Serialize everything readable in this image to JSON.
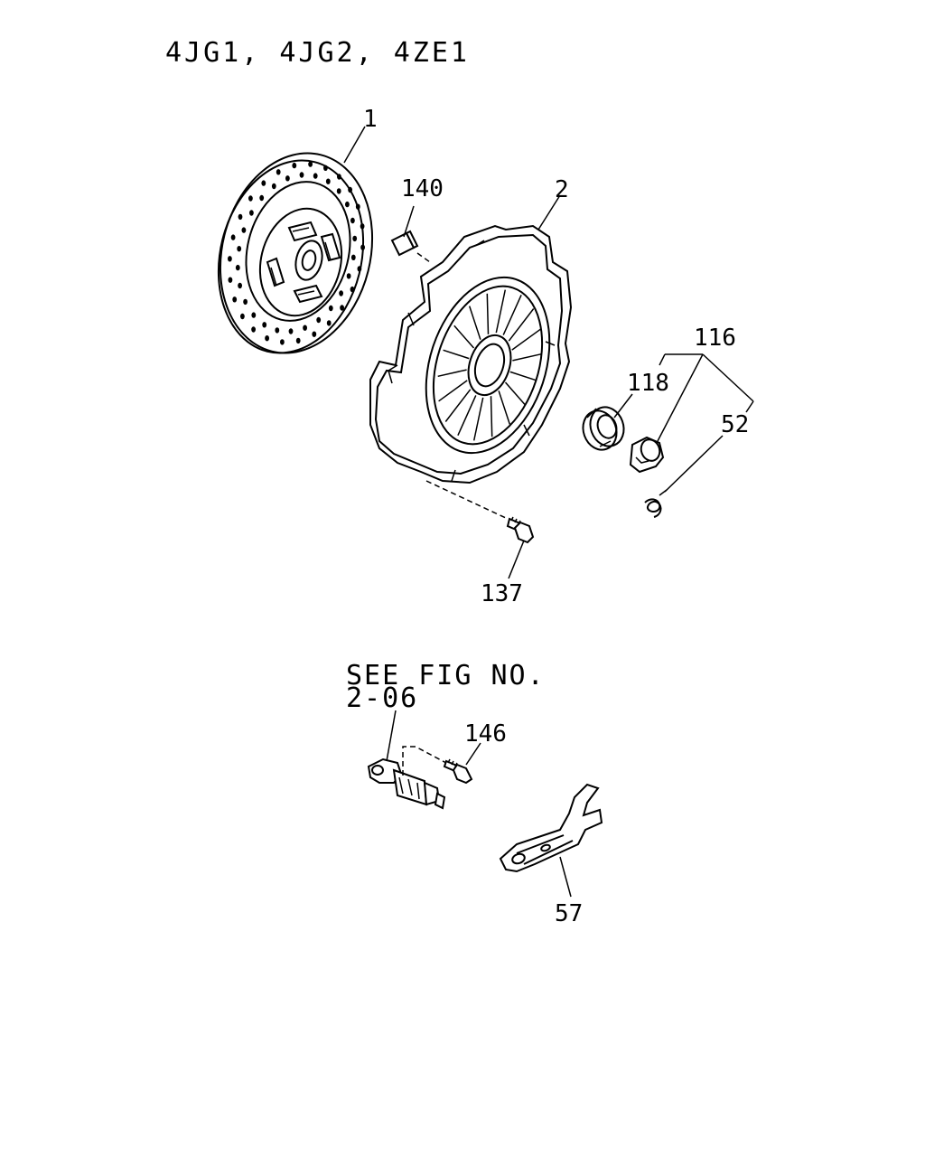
{
  "header": {
    "engines": "4JG1, 4JG2, 4ZE1"
  },
  "note": {
    "line1": "SEE FIG NO.",
    "line2": "2-06"
  },
  "callouts": {
    "clutch_disc": "1",
    "pressure_plate": "2",
    "dowel_pin": "140",
    "release_bearing_assy": "116",
    "release_bearing": "118",
    "clip": "52",
    "bolt": "137",
    "slave_bolt": "146",
    "shift_fork": "57"
  }
}
